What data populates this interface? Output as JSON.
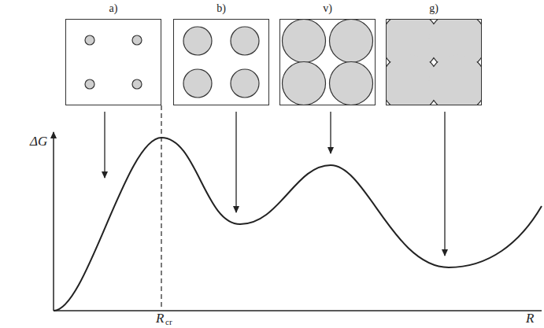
{
  "diagram": {
    "nodes": [
      {
        "text": [
          "a)"
        ]
      },
      {
        "text": [
          "b)"
        ]
      },
      {
        "text": [
          "v)"
        ]
      },
      {
        "text": [
          "g)"
        ]
      }
    ],
    "labels": [
      "ΔG",
      "R",
      "cr",
      "R"
    ]
  }
}
